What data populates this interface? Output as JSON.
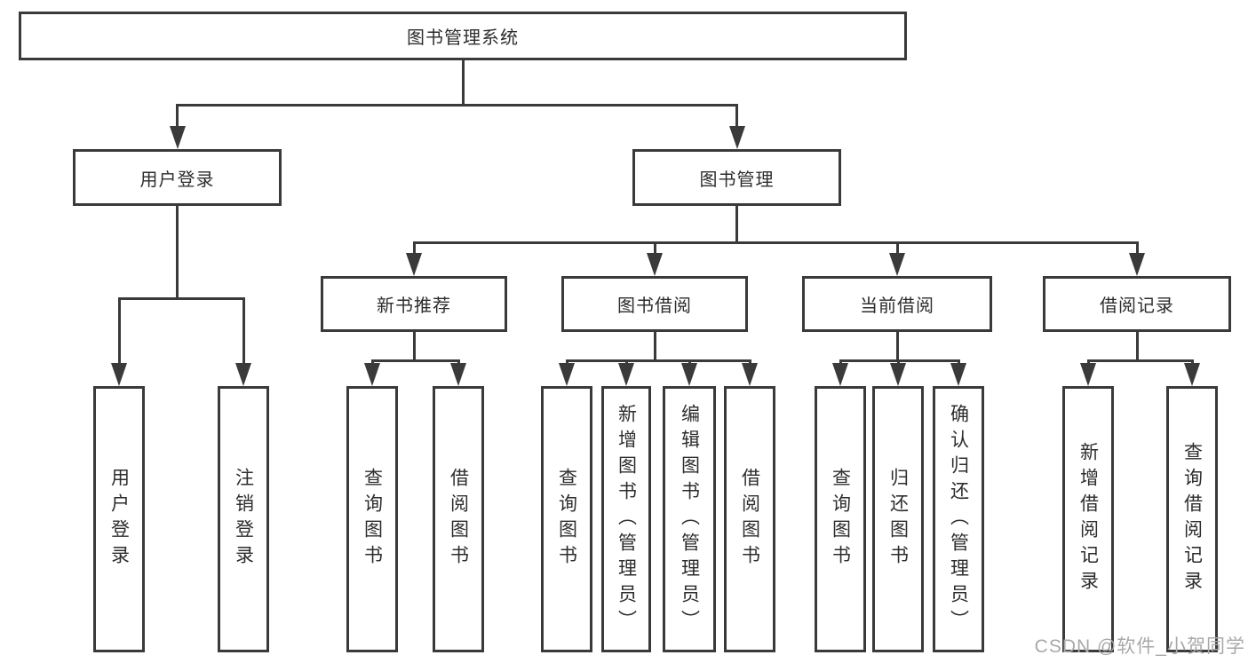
{
  "nodes": {
    "root": {
      "label": "图书管理系统"
    },
    "login": {
      "label": "用户登录"
    },
    "mgmt": {
      "label": "图书管理"
    },
    "login-user": {
      "label": "用户登录"
    },
    "login-out": {
      "label": "注销登录"
    },
    "rec": {
      "label": "新书推荐"
    },
    "borrow": {
      "label": "图书借阅"
    },
    "current": {
      "label": "当前借阅"
    },
    "record": {
      "label": "借阅记录"
    },
    "rec-query": {
      "label": "查询图书"
    },
    "rec-borrow": {
      "label": "借阅图书"
    },
    "borrow-query": {
      "label": "查询图书"
    },
    "borrow-add": {
      "label": "新增图书（管理员）"
    },
    "borrow-edit": {
      "label": "编辑图书（管理员）"
    },
    "borrow-borrow": {
      "label": "借阅图书"
    },
    "cur-query": {
      "label": "查询图书"
    },
    "cur-return": {
      "label": "归还图书"
    },
    "cur-confirm": {
      "label": "确认归还（管理员）"
    },
    "record-add": {
      "label": "新增借阅记录"
    },
    "record-query": {
      "label": "查询借阅记录"
    }
  },
  "hierarchy": {
    "root": [
      "login",
      "mgmt"
    ],
    "login": [
      "login-user",
      "login-out"
    ],
    "mgmt": [
      "rec",
      "borrow",
      "current",
      "record"
    ],
    "rec": [
      "rec-query",
      "rec-borrow"
    ],
    "borrow": [
      "borrow-query",
      "borrow-add",
      "borrow-edit",
      "borrow-borrow"
    ],
    "current": [
      "cur-query",
      "cur-return",
      "cur-confirm"
    ],
    "record": [
      "record-add",
      "record-query"
    ]
  },
  "watermark": {
    "text": "CSDN @软件_小贺同学"
  },
  "colors": {
    "line": "#3a3a3a",
    "text": "#2d2d2d",
    "watermark": "#a9a9a9",
    "background": "#ffffff"
  }
}
